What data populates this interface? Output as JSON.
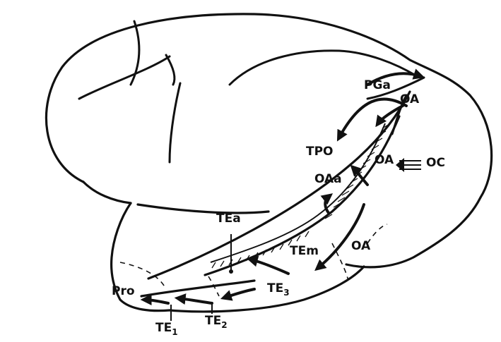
{
  "labels": {
    "pga": "PGa",
    "oa_top": "OA",
    "tpo": "TPO",
    "oa_mid": "OA",
    "oc": "OC",
    "oaa": "OAa",
    "tea": "TEa",
    "tem": "TEm",
    "oa_low": "OA",
    "te3": "TE",
    "te3_sub": "3",
    "pro": "Pro",
    "te1": "TE",
    "te1_sub": "1",
    "te2": "TE",
    "te2_sub": "2"
  },
  "colors": {
    "ink": "#111111",
    "paper": "#ffffff"
  }
}
